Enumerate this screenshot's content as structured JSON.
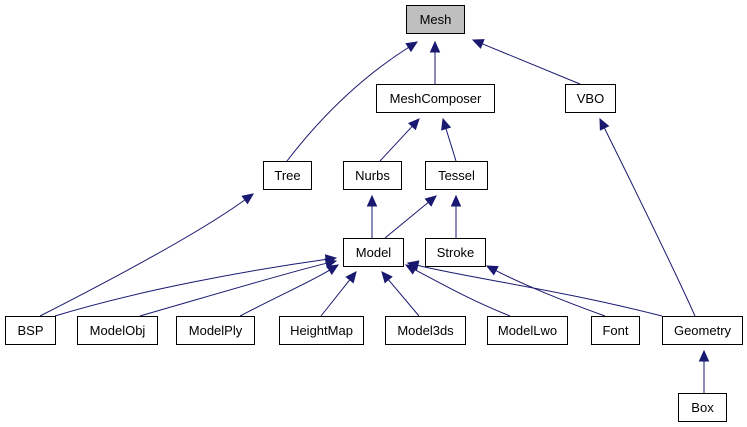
{
  "diagram": {
    "nodes": [
      {
        "id": "mesh",
        "label": "Mesh",
        "root": true
      },
      {
        "id": "meshcomposer",
        "label": "MeshComposer"
      },
      {
        "id": "vbo",
        "label": "VBO"
      },
      {
        "id": "tree",
        "label": "Tree"
      },
      {
        "id": "nurbs",
        "label": "Nurbs"
      },
      {
        "id": "tessel",
        "label": "Tessel"
      },
      {
        "id": "model",
        "label": "Model"
      },
      {
        "id": "stroke",
        "label": "Stroke"
      },
      {
        "id": "bsp",
        "label": "BSP"
      },
      {
        "id": "modelobj",
        "label": "ModelObj"
      },
      {
        "id": "modelply",
        "label": "ModelPly"
      },
      {
        "id": "heightmap",
        "label": "HeightMap"
      },
      {
        "id": "model3ds",
        "label": "Model3ds"
      },
      {
        "id": "modellwo",
        "label": "ModelLwo"
      },
      {
        "id": "font",
        "label": "Font"
      },
      {
        "id": "geometry",
        "label": "Geometry"
      },
      {
        "id": "box",
        "label": "Box"
      }
    ],
    "edges": [
      {
        "from": "meshcomposer",
        "to": "mesh"
      },
      {
        "from": "tree",
        "to": "mesh"
      },
      {
        "from": "vbo",
        "to": "mesh"
      },
      {
        "from": "nurbs",
        "to": "meshcomposer"
      },
      {
        "from": "tessel",
        "to": "meshcomposer"
      },
      {
        "from": "model",
        "to": "nurbs"
      },
      {
        "from": "model",
        "to": "tessel"
      },
      {
        "from": "stroke",
        "to": "tessel"
      },
      {
        "from": "bsp",
        "to": "tree"
      },
      {
        "from": "bsp",
        "to": "model"
      },
      {
        "from": "modelobj",
        "to": "model"
      },
      {
        "from": "modelply",
        "to": "model"
      },
      {
        "from": "heightmap",
        "to": "model"
      },
      {
        "from": "model3ds",
        "to": "model"
      },
      {
        "from": "modellwo",
        "to": "model"
      },
      {
        "from": "geometry",
        "to": "model"
      },
      {
        "from": "font",
        "to": "stroke"
      },
      {
        "from": "geometry",
        "to": "vbo"
      },
      {
        "from": "box",
        "to": "geometry"
      }
    ]
  }
}
